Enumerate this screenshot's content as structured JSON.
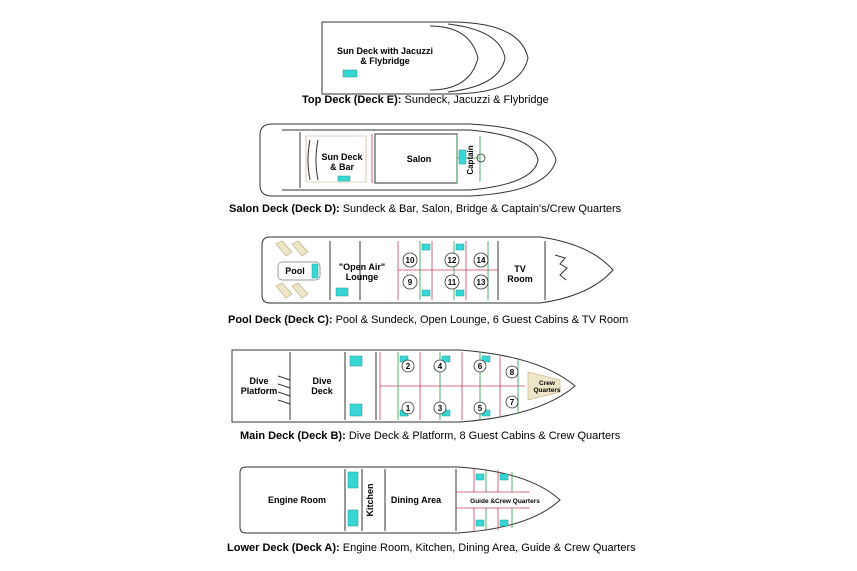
{
  "decks": [
    {
      "id": "E",
      "caption_bold": "Top Deck (Deck E):",
      "caption_rest": " Sundeck, Jacuzzi & Flybridge",
      "labels": [
        "Sun Deck with Jacuzzi",
        "& Flybridge"
      ]
    },
    {
      "id": "D",
      "caption_bold": "Salon Deck (Deck D):",
      "caption_rest": " Sundeck & Bar, Salon, Bridge & Captain's/Crew Quarters",
      "labels": [
        "Sun Deck",
        "& Bar",
        "Salon",
        "Captain"
      ]
    },
    {
      "id": "C",
      "caption_bold": "Pool Deck (Deck C):",
      "caption_rest": " Pool & Sundeck, Open Lounge, 6 Guest Cabins & TV Room",
      "labels": [
        "Pool",
        "\"Open Air\"",
        "Lounge",
        "TV",
        "Room"
      ],
      "cabins": [
        "10",
        "12",
        "14",
        "9",
        "11",
        "13"
      ]
    },
    {
      "id": "B",
      "caption_bold": "Main Deck (Deck B):",
      "caption_rest": " Dive Deck & Platform, 8 Guest Cabins & Crew Quarters",
      "labels": [
        "Dive",
        "Platform",
        "Dive",
        "Deck",
        "Crew",
        "Quarters"
      ],
      "cabins": [
        "2",
        "4",
        "6",
        "8",
        "1",
        "3",
        "5",
        "7"
      ]
    },
    {
      "id": "A",
      "caption_bold": "Lower Deck (Deck A):",
      "caption_rest": " Engine Room, Kitchen, Dining Area, Guide & Crew Quarters",
      "labels": [
        "Engine Room",
        "Kitchen",
        "Dining Area",
        "Guide &Crew Quarters"
      ]
    }
  ],
  "colors": {
    "outline": "#333333",
    "cabin_wall_red": "#c9415e",
    "cabin_wall_green": "#22a34a",
    "fixture_cyan": "#38d6d6",
    "deck_tan": "#efe6c8"
  }
}
